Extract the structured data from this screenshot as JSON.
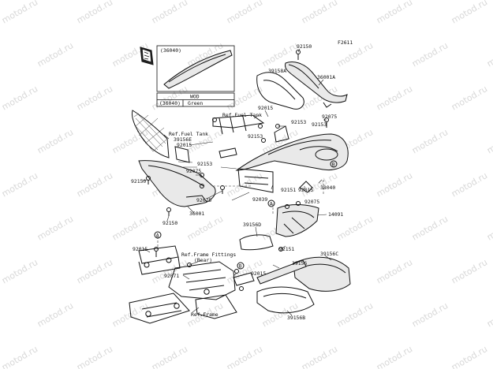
{
  "diagram": {
    "code": "F2611",
    "kit": {
      "header": "(36040)",
      "table_header": "WOD",
      "row_part": "(36040)",
      "row_color": "Green"
    },
    "watermark": "motod.ru",
    "labels": [
      {
        "id": "l-92150-top",
        "text": "92150"
      },
      {
        "id": "l-39158a",
        "text": "39158A"
      },
      {
        "id": "l-36001a",
        "text": "36001A"
      },
      {
        "id": "l-92015-a",
        "text": "92015"
      },
      {
        "id": "l-fuel-tank-1",
        "text": "Ref.Fuel Tank"
      },
      {
        "id": "l-92153-a",
        "text": "92153"
      },
      {
        "id": "l-92075-a",
        "text": "92075"
      },
      {
        "id": "l-92153-b",
        "text": "92153"
      },
      {
        "id": "l-fuel-tank-2",
        "text": "Ref.Fuel Tank"
      },
      {
        "id": "l-39156e",
        "text": "39156E"
      },
      {
        "id": "l-92015-b",
        "text": "92015"
      },
      {
        "id": "l-92153-c",
        "text": "92153"
      },
      {
        "id": "l-92153-d",
        "text": "92153"
      },
      {
        "id": "l-92075-b",
        "text": "92075"
      },
      {
        "id": "l-92150-left",
        "text": "92150"
      },
      {
        "id": "l-92151-a",
        "text": "92151"
      },
      {
        "id": "l-92015-c",
        "text": "92015"
      },
      {
        "id": "l-38040",
        "text": "38040"
      },
      {
        "id": "l-92075-c",
        "text": "92075"
      },
      {
        "id": "l-92039",
        "text": "92039"
      },
      {
        "id": "l-92075-d",
        "text": "92075"
      },
      {
        "id": "l-36001",
        "text": "36001"
      },
      {
        "id": "l-14091",
        "text": "14091"
      },
      {
        "id": "l-92150-bottom",
        "text": "92150"
      },
      {
        "id": "l-39156d",
        "text": "39156D"
      },
      {
        "id": "l-92015-d",
        "text": "92015"
      },
      {
        "id": "l-frame-fittings",
        "text": "Ref.Frame Fittings"
      },
      {
        "id": "l-rear",
        "text": "(Rear)"
      },
      {
        "id": "l-92151-b",
        "text": "92151"
      },
      {
        "id": "l-39156c",
        "text": "39156C"
      },
      {
        "id": "l-39156",
        "text": "39156"
      },
      {
        "id": "l-92071",
        "text": "92071"
      },
      {
        "id": "l-92015-e",
        "text": "92015"
      },
      {
        "id": "l-ref-frame",
        "text": "Ref.Frame"
      },
      {
        "id": "l-39156b",
        "text": "39156B"
      }
    ],
    "markers": [
      {
        "id": "m-a1",
        "text": "A"
      },
      {
        "id": "m-a2",
        "text": "A"
      },
      {
        "id": "m-b1",
        "text": "B"
      },
      {
        "id": "m-b2",
        "text": "B"
      }
    ]
  }
}
